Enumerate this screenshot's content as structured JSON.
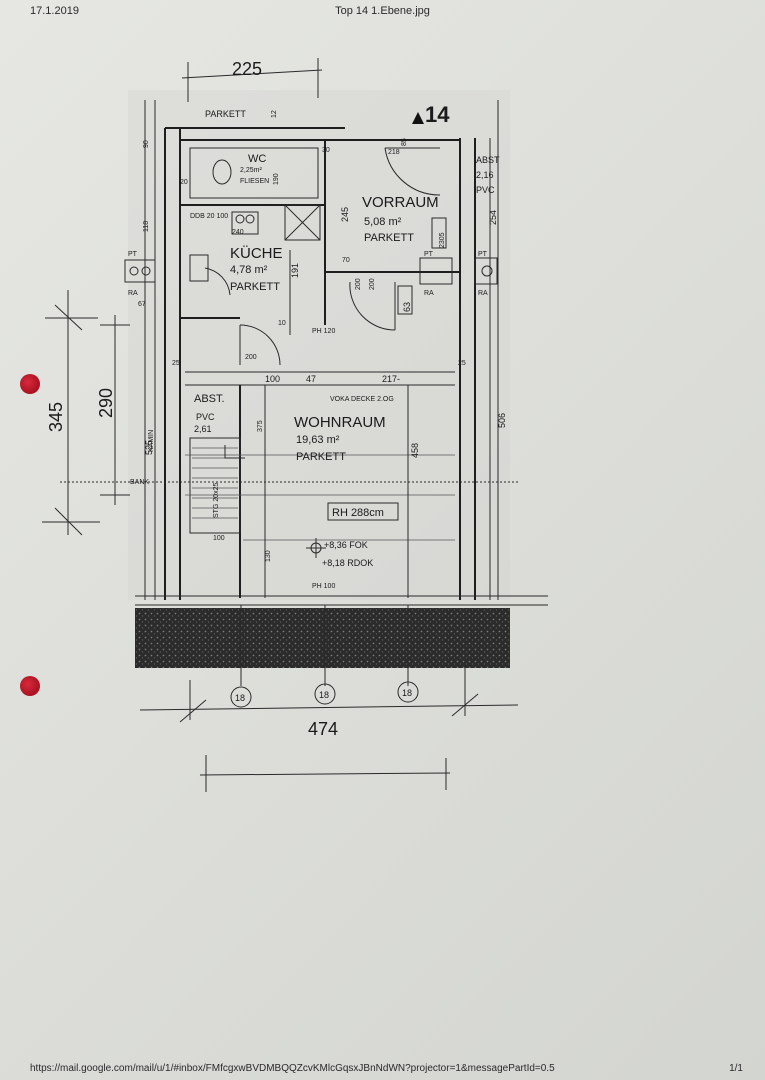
{
  "header": {
    "date": "17.1.2019",
    "title": "Top 14 1.Ebene.jpg"
  },
  "footer": {
    "url": "https://mail.google.com/mail/u/1/#inbox/FMfcgxwBVDMBQQZcvKMlcGqsxJBnNdWN?projector=1&messagePartId=0.5",
    "page": "1/1"
  },
  "plan": {
    "rooms": {
      "wc": {
        "name": "WC",
        "area": "2,25m²",
        "floor": "FLIESEN"
      },
      "vorraum": {
        "name": "VORRAUM",
        "area": "5,08 m²",
        "floor": "PARKETT"
      },
      "kuche": {
        "name": "KÜCHE",
        "area": "4,78 m²",
        "floor": "PARKETT"
      },
      "wohnraum": {
        "name": "WOHNRAUM",
        "area": "19,63 m²",
        "floor": "PARKETT"
      },
      "abst_left": {
        "name": "ABST.",
        "floor": "PVC",
        "area": "2,61"
      },
      "abst_right": {
        "name": "ABST",
        "area": "2,16",
        "floor": "PVC"
      },
      "top_parkett": "PARKETT"
    },
    "unit_number": "14",
    "room_height": "RH 288cm",
    "level_fok": "+8,36 FOK",
    "level_rdok": "+8,18 RDOK",
    "voka": "VOKA DECKE 2.OG",
    "hand_dims": {
      "top": "225",
      "bottom": "474",
      "left_outer": "345",
      "left_inner": "290"
    },
    "dims": {
      "d245": "245",
      "d191": "191",
      "d458": "458",
      "d506": "506",
      "d525": "525",
      "d375": "375",
      "d130": "130",
      "d100": "100",
      "d100b": "100",
      "d217": "217-",
      "d47": "47",
      "d200a": "200",
      "d200b": "200",
      "d70": "70",
      "d67": "67",
      "d118": "118",
      "d90": "90",
      "d63": "63",
      "d2305": "2305",
      "d254": "254",
      "d25a": "25",
      "d25b": "25",
      "d120": "PH 120",
      "d100ph": "PH 100",
      "d12": "12",
      "d85": "85",
      "d218": "218",
      "d10": "10",
      "d190": "190",
      "d200c": "200",
      "d20": "20",
      "d240": "240",
      "d30": "30"
    },
    "labels": {
      "pt_left": "PT",
      "ra_left": "RA",
      "pt_mid": "PT",
      "ra_mid": "RA",
      "pt_right": "PT",
      "ra_right": "RA",
      "bank": "BANK",
      "kamin": "KAMIN",
      "stg": "STG 20x25",
      "ddb": "DDB 20 100"
    },
    "markers": [
      "18",
      "18",
      "18"
    ]
  }
}
